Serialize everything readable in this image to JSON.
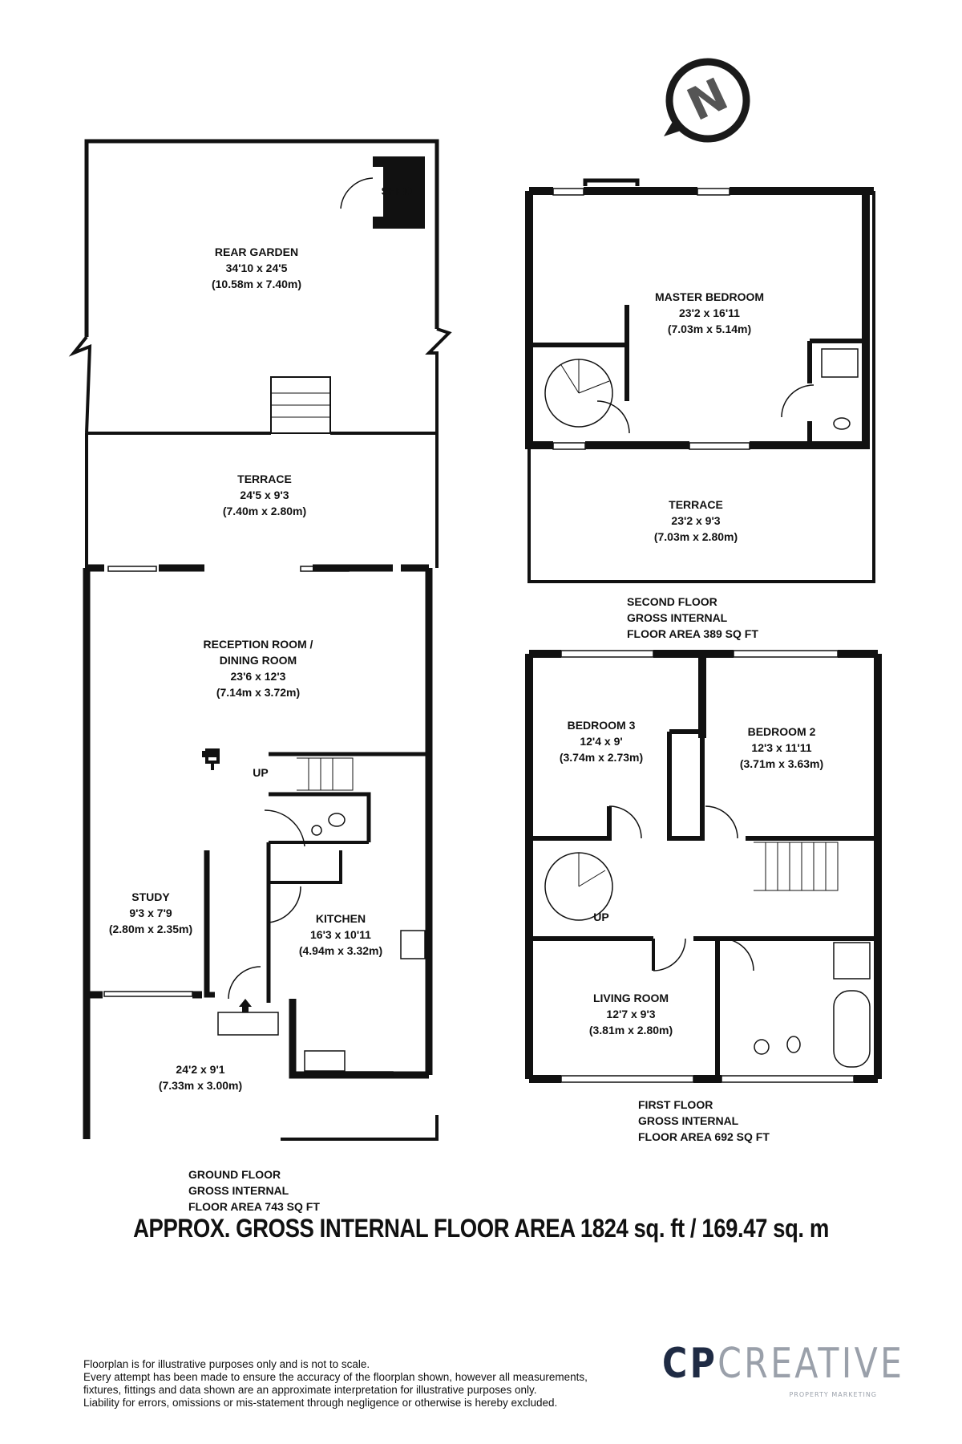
{
  "compass": {
    "letter": "N",
    "icon": "north-arrow-icon"
  },
  "rooms": {
    "shed": {
      "name": "SHED"
    },
    "rear_garden": {
      "name": "REAR GARDEN",
      "imperial": "34'10 x 24'5",
      "metric": "(10.58m x 7.40m)"
    },
    "terrace_ground": {
      "name": "TERRACE",
      "imperial": "24'5 x 9'3",
      "metric": "(7.40m x 2.80m)"
    },
    "reception": {
      "name_line1": "RECEPTION ROOM /",
      "name_line2": "DINING ROOM",
      "imperial": "23'6 x 12'3",
      "metric": "(7.14m x 3.72m)"
    },
    "study": {
      "name": "STUDY",
      "imperial": "9'3 x 7'9",
      "metric": "(2.80m x 2.35m)"
    },
    "kitchen": {
      "name": "KITCHEN",
      "imperial": "16'3 x 10'11",
      "metric": "(4.94m x 3.32m)"
    },
    "front": {
      "imperial": "24'2 x 9'1",
      "metric": "(7.33m x 3.00m)"
    },
    "master_bedroom": {
      "name": "MASTER BEDROOM",
      "imperial": "23'2 x 16'11",
      "metric": "(7.03m x 5.14m)"
    },
    "terrace_second": {
      "name": "TERRACE",
      "imperial": "23'2 x 9'3",
      "metric": "(7.03m x 2.80m)"
    },
    "bedroom3": {
      "name": "BEDROOM 3",
      "imperial": "12'4 x 9'",
      "metric": "(3.74m x 2.73m)"
    },
    "bedroom2": {
      "name": "BEDROOM 2",
      "imperial": "12'3 x 11'11",
      "metric": "(3.71m x 3.63m)"
    },
    "living_room": {
      "name": "LIVING ROOM",
      "imperial": "12'7 x 9'3",
      "metric": "(3.81m x 2.80m)"
    }
  },
  "stairs": {
    "up_ground": "UP",
    "up_first": "UP"
  },
  "floors": {
    "second": {
      "line1": "SECOND FLOOR",
      "line2": "GROSS INTERNAL",
      "line3": "FLOOR AREA 389 SQ FT"
    },
    "first": {
      "line1": "FIRST FLOOR",
      "line2": "GROSS INTERNAL",
      "line3": "FLOOR AREA 692 SQ FT"
    },
    "ground": {
      "line1": "GROUND FLOOR",
      "line2": "GROSS INTERNAL",
      "line3": "FLOOR AREA 743 SQ FT"
    }
  },
  "total_area": "APPROX. GROSS INTERNAL FLOOR AREA 1824 sq. ft / 169.47 sq. m",
  "disclaimer": [
    "Floorplan is for illustrative purposes only and is not to scale.",
    "Every attempt has been made to ensure the accuracy of the floorplan shown, however all measurements,",
    "fixtures, fittings and data shown are an approximate interpretation for illustrative purposes only.",
    "Liability for errors, omissions or mis-statement through negligence or otherwise is hereby excluded."
  ],
  "logo": {
    "cp": "CP",
    "creative": "CREATIVE",
    "tagline": "PROPERTY MARKETING"
  },
  "colors": {
    "wall": "#111111",
    "logo_dark": "#1f2b44",
    "logo_light": "#9aa0aa"
  }
}
